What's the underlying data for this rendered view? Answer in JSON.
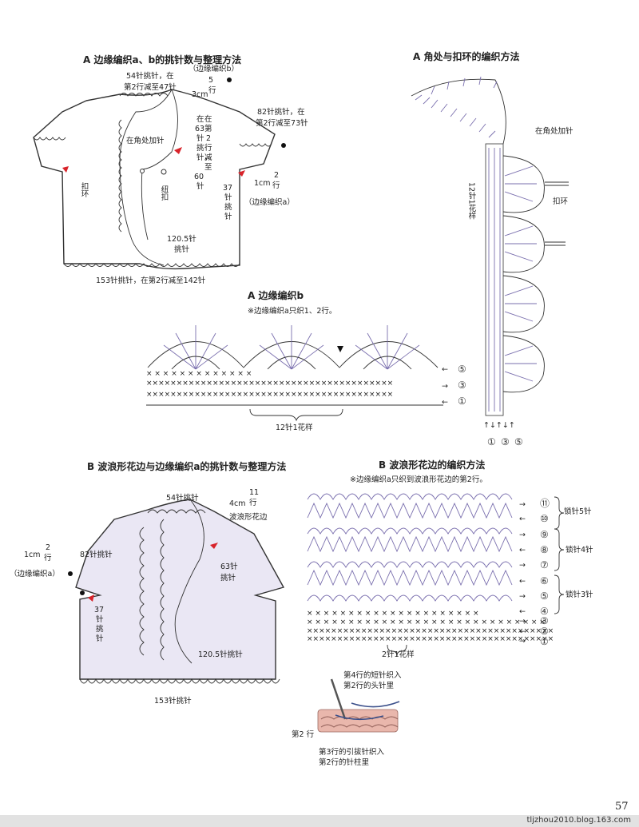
{
  "sectionA_left": {
    "title": "A  边缘编织a、b的挑针数与整理方法",
    "labels": {
      "l1": "54针挑针，在",
      "l2": "第2行减至47针",
      "band_b": "（边缘编织b）",
      "band_b_rows": "5",
      "band_b_rows_unit": "行",
      "cm3": "3cm",
      "right1": "82针挑针，在",
      "right2": "第2行减至73针",
      "corner": "在角处加针",
      "mid63": "在63针挑针，在第2行减至60针",
      "mid_a": "在",
      "mid_b": "63",
      "mid_c": "针",
      "mid_d": "挑",
      "mid_e": "针，",
      "mid_f": "在",
      "mid_g": "第",
      "mid_h": "2",
      "mid_i": "行",
      "mid_j": "减",
      "mid_k": "至",
      "mid_l": "60",
      "mid_m": "针",
      "buttonhole": "扣环",
      "button": "纽扣",
      "cm1": "1cm",
      "rows2": "2",
      "rows2_unit": "行",
      "s37_a": "37",
      "s37_b": "针",
      "s37_c": "挑",
      "s37_d": "针",
      "band_a": "（边缘编织a）",
      "s120": "120.5针",
      "s120b": "挑针",
      "bottom": "153针挑针，在第2行减至142针"
    }
  },
  "sectionA_right": {
    "title": "A  角处与扣环的编织方法",
    "corner": "在角处加针",
    "repeat": "12针1花样",
    "buttonhole": "扣环",
    "rows": [
      "①",
      "③",
      "⑤"
    ]
  },
  "sectionA_mid": {
    "title": "A   边缘编织b",
    "note": "※边缘编织a只织1、2行。",
    "repeat": "12针1花样",
    "rows": [
      "⑤",
      "③",
      "①"
    ]
  },
  "sectionB_left": {
    "title": "B  波浪形花边与边缘编织a的挑针数与整理方法",
    "s54": "54针挑针",
    "cm4": "4cm",
    "rows11": "11",
    "rows11_unit": "行",
    "ruffle": "波浪形花边",
    "cm1": "1cm",
    "rows2": "2",
    "rows2_unit": "行",
    "s82": "82针挑针",
    "band_a": "（边缘编织a）",
    "s63a": "63针",
    "s63b": "挑针",
    "s37_a": "37",
    "s37_b": "针",
    "s37_c": "挑",
    "s37_d": "针",
    "s120": "120.5针挑针",
    "s153": "153针挑针"
  },
  "sectionB_right": {
    "title": "B  波浪形花边的编织方法",
    "note": "※边缘编织a只织到波浪形花边的第2行。",
    "rows": [
      "⑪",
      "⑩",
      "⑨",
      "⑧",
      "⑦",
      "⑥",
      "⑤",
      "④",
      "③",
      "②",
      "①"
    ],
    "chain5": "锁针5针",
    "chain4": "锁针4针",
    "chain3": "锁针3针",
    "repeat": "2针1花样",
    "inset1": "第4行的短针织入",
    "inset2": "第2行的头针里",
    "inset3": "第2 行",
    "inset4": "第3行的引拔针织入",
    "inset5": "第2行的针柱里"
  },
  "footer": {
    "page": "57",
    "site": "tljzhou2010.blog.163.com"
  }
}
